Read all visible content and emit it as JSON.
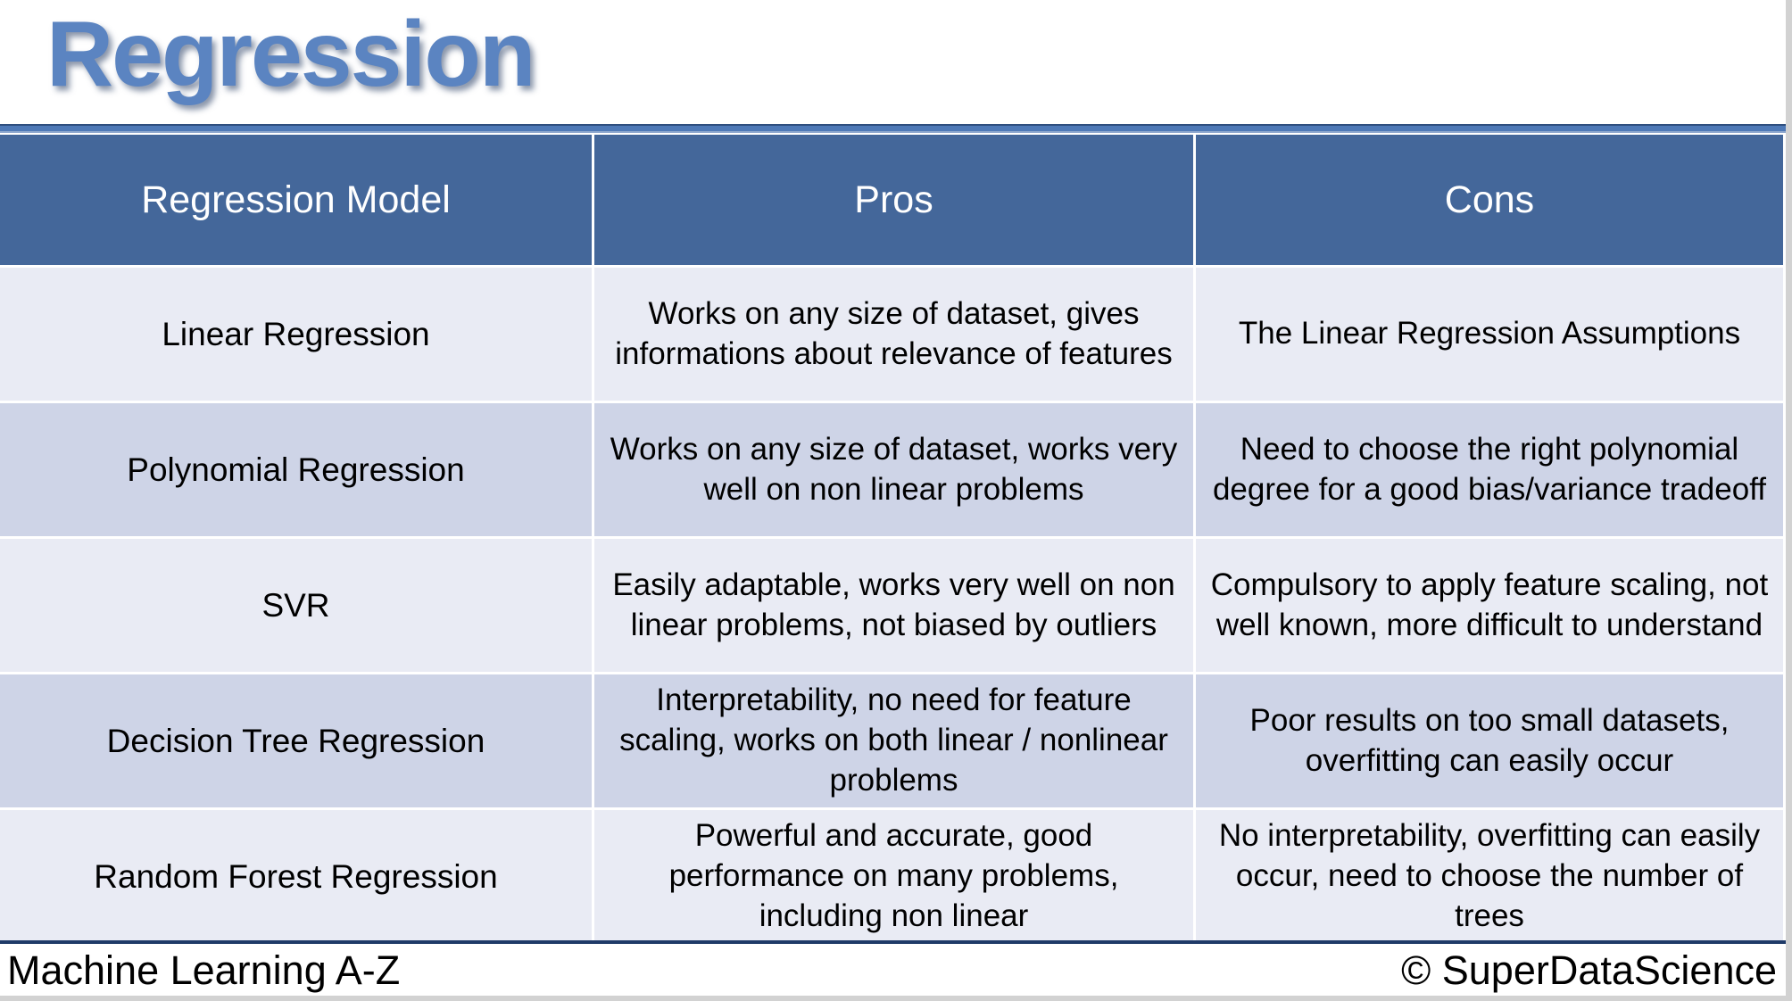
{
  "title": "Regression",
  "table": {
    "headers": [
      "Regression Model",
      "Pros",
      "Cons"
    ],
    "rows": [
      {
        "model": "Linear Regression",
        "pros": "Works on any size of dataset, gives informations about relevance of features",
        "cons": "The Linear Regression Assumptions"
      },
      {
        "model": "Polynomial Regression",
        "pros": "Works on any size of dataset, works very well on non linear problems",
        "cons": "Need to choose the right polynomial degree for a good bias/variance tradeoff"
      },
      {
        "model": "SVR",
        "pros": "Easily adaptable, works very well on non linear problems, not biased by outliers",
        "cons": "Compulsory to apply feature scaling, not well known, more difficult to understand"
      },
      {
        "model": "Decision Tree Regression",
        "pros": "Interpretability, no need for feature scaling, works on both linear / nonlinear problems",
        "cons": "Poor results on too small datasets, overfitting can easily occur"
      },
      {
        "model": "Random Forest Regression",
        "pros": "Powerful and accurate, good performance on many problems, including non linear",
        "cons": "No interpretability, overfitting can easily occur, need to choose the number of trees"
      }
    ]
  },
  "footer": {
    "left": "Machine Learning A-Z",
    "right": "© SuperDataScience"
  },
  "colors": {
    "title-blue": "#5B84C1",
    "header-bg": "#44679A",
    "header-text": "#FFFFFF",
    "row-light": "#E9EBF4",
    "row-dark": "#CED4E7",
    "rule-navy": "#2E4E7E",
    "rule-blue": "#4E79B7",
    "rule-hilite": "#8FA9CF",
    "footer-line": "#1F3A68",
    "shadow-gray": "#D2D2D2",
    "body-text": "#000000"
  }
}
